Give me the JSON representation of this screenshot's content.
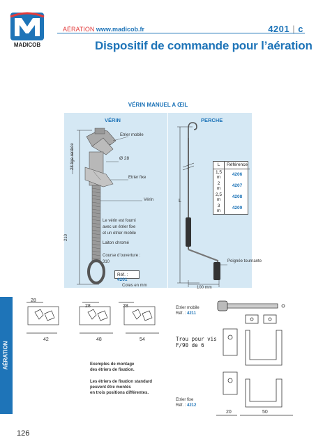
{
  "brand": {
    "name": "MADICOB"
  },
  "header": {
    "category": "AÉRATION",
    "website": "www.madicob.fr",
    "code": "4201",
    "code_suffix": "c",
    "title": "Dispositif de commande pour l’aération"
  },
  "section_title": "VÉRIN MANUEL A ŒIL",
  "verin_panel": {
    "heading": "VÉRIN",
    "labels": {
      "etrier_mobile": "Etrier mobile",
      "diameter": "Ø 28",
      "etrier_fixe": "Etrier fixe",
      "verin": "Vérin",
      "tige_rentree": "28 tige rentrée",
      "height": "210",
      "description": [
        "Le vérin est fourni",
        "avec un étrier fixe",
        "et un étrier mobile"
      ],
      "material": "Laiton chromé",
      "course": [
        "Course d’ouverture :",
        "310"
      ],
      "ref_prefix": "Réf. :",
      "ref": "4201",
      "units": "Cotes en mm"
    }
  },
  "perche_panel": {
    "heading": "PERCHE",
    "length_label": "L",
    "handle_label": "Poignée tournante",
    "width_dim": "100 mm",
    "table": {
      "headers": [
        "L",
        "Référence"
      ],
      "rows": [
        {
          "length": "1,5 m",
          "ref": "4206"
        },
        {
          "length": "2 m",
          "ref": "4207"
        },
        {
          "length": "2,5 m",
          "ref": "4208"
        },
        {
          "length": "3 m",
          "ref": "4209"
        }
      ]
    }
  },
  "mounting": {
    "dims_top": [
      "28",
      "28",
      "28"
    ],
    "dims_bottom": [
      "42",
      "48",
      "54"
    ],
    "note1": [
      "Exemples de montage",
      "des étriers de fixation."
    ],
    "note2": [
      "Les étriers de fixation standard",
      "peuvent être montés",
      "en trois positions différentes."
    ]
  },
  "brackets": {
    "mobile_label": "Etrier mobile",
    "mobile_ref_prefix": "Réf. :",
    "mobile_ref": "4211",
    "trou_note": [
      "Trou pour vis",
      "F/90 de 6"
    ],
    "fixe_label": "Etrier fixe",
    "fixe_ref_prefix": "Réf. :",
    "fixe_ref": "4212",
    "dim_a": "20",
    "dim_b": "50"
  },
  "side_tab": "AÉRATION",
  "page_number": "126",
  "colors": {
    "brand_blue": "#1e74b8",
    "brand_red": "#e23b3b",
    "panel_bg": "#d5e8f4"
  }
}
